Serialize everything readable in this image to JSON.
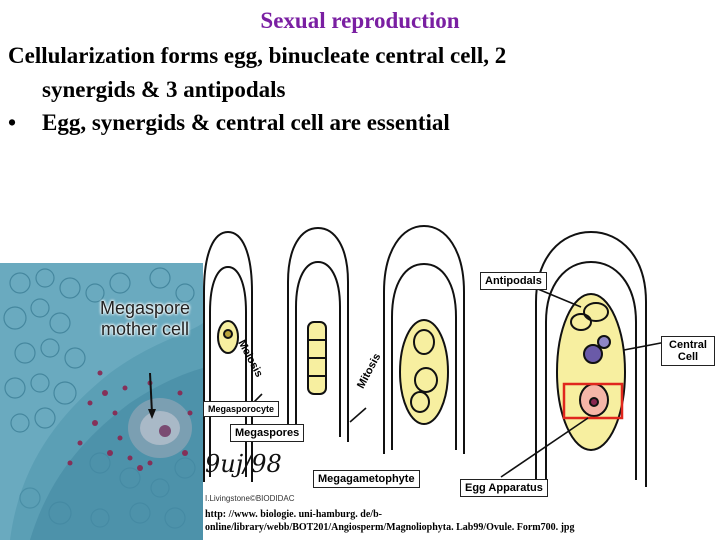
{
  "slide": {
    "title": "Sexual reproduction",
    "line1": "Cellularization forms egg, binucleate central cell,  2",
    "line2": "synergids & 3 antipodals",
    "bullet": "•",
    "line3": "Egg, synergids & central cell are essential"
  },
  "figure": {
    "megaspore_mother_cell": "Megaspore mother cell",
    "labels": {
      "megasporocyte": "Megasporocyte",
      "megaspores": "Megaspores",
      "megagametophyte": "Megagametophyte",
      "antipodals": "Antipodals",
      "central_cell": "Central Cell",
      "egg_apparatus": "Egg Apparatus",
      "meiosis": "Meiosis",
      "mitosis": "Mitosis"
    },
    "signature": "9uj/98",
    "credit": "I.Livingstone©BIODIDAC",
    "source_url_1": "http: //www. biologie. uni-hamburg. de/b-",
    "source_url_2": "online/library/webb/BOT201/Angiosperm/Magnoliophyta. Lab99/Ovule. Form700. jpg"
  },
  "colors": {
    "title": "#7a1fa2",
    "highlight_box": "#e0261d",
    "embryo_sac": "#f7efa0",
    "photo_bg": "#5aa1b8"
  }
}
